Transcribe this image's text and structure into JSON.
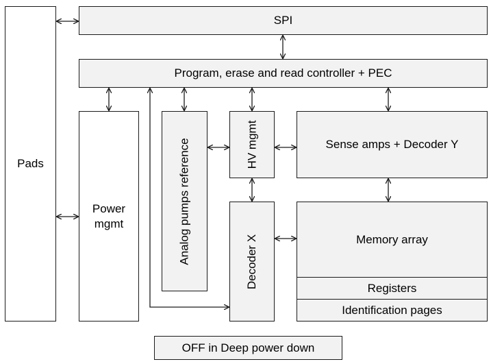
{
  "blocks": {
    "pads": "Pads",
    "spi": "SPI",
    "controller": "Program, erase and read controller + PEC",
    "power_line1": "Power",
    "power_line2": "mgmt",
    "analog": "Analog pumps reference",
    "hv": "HV mgmt",
    "sense": "Sense amps + Decoder Y",
    "decoder_x": "Decoder X",
    "memory": "Memory array",
    "registers": "Registers",
    "id_pages": "Identification pages",
    "off_note": "OFF in Deep power down"
  },
  "colors": {
    "box_fill": "#f2f2f2",
    "outline": "#1a1a1a"
  }
}
